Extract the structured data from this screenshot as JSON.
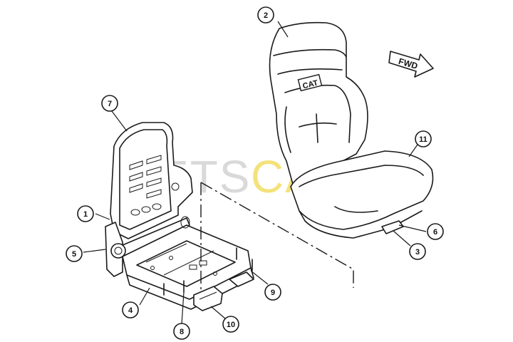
{
  "watermark": {
    "left": "ETS",
    "right": "CAT",
    "left_color": "#d9d9d9",
    "right_color": "#f4e27a"
  },
  "direction_arrow": {
    "label": "FWD"
  },
  "seat_logo": {
    "text": "CAT"
  },
  "callouts": [
    {
      "id": "1",
      "label": "1"
    },
    {
      "id": "2",
      "label": "2"
    },
    {
      "id": "3",
      "label": "3"
    },
    {
      "id": "4",
      "label": "4"
    },
    {
      "id": "5",
      "label": "5"
    },
    {
      "id": "6",
      "label": "6"
    },
    {
      "id": "7",
      "label": "7"
    },
    {
      "id": "8",
      "label": "8"
    },
    {
      "id": "9",
      "label": "9"
    },
    {
      "id": "10",
      "label": "10"
    },
    {
      "id": "11",
      "label": "11"
    }
  ]
}
